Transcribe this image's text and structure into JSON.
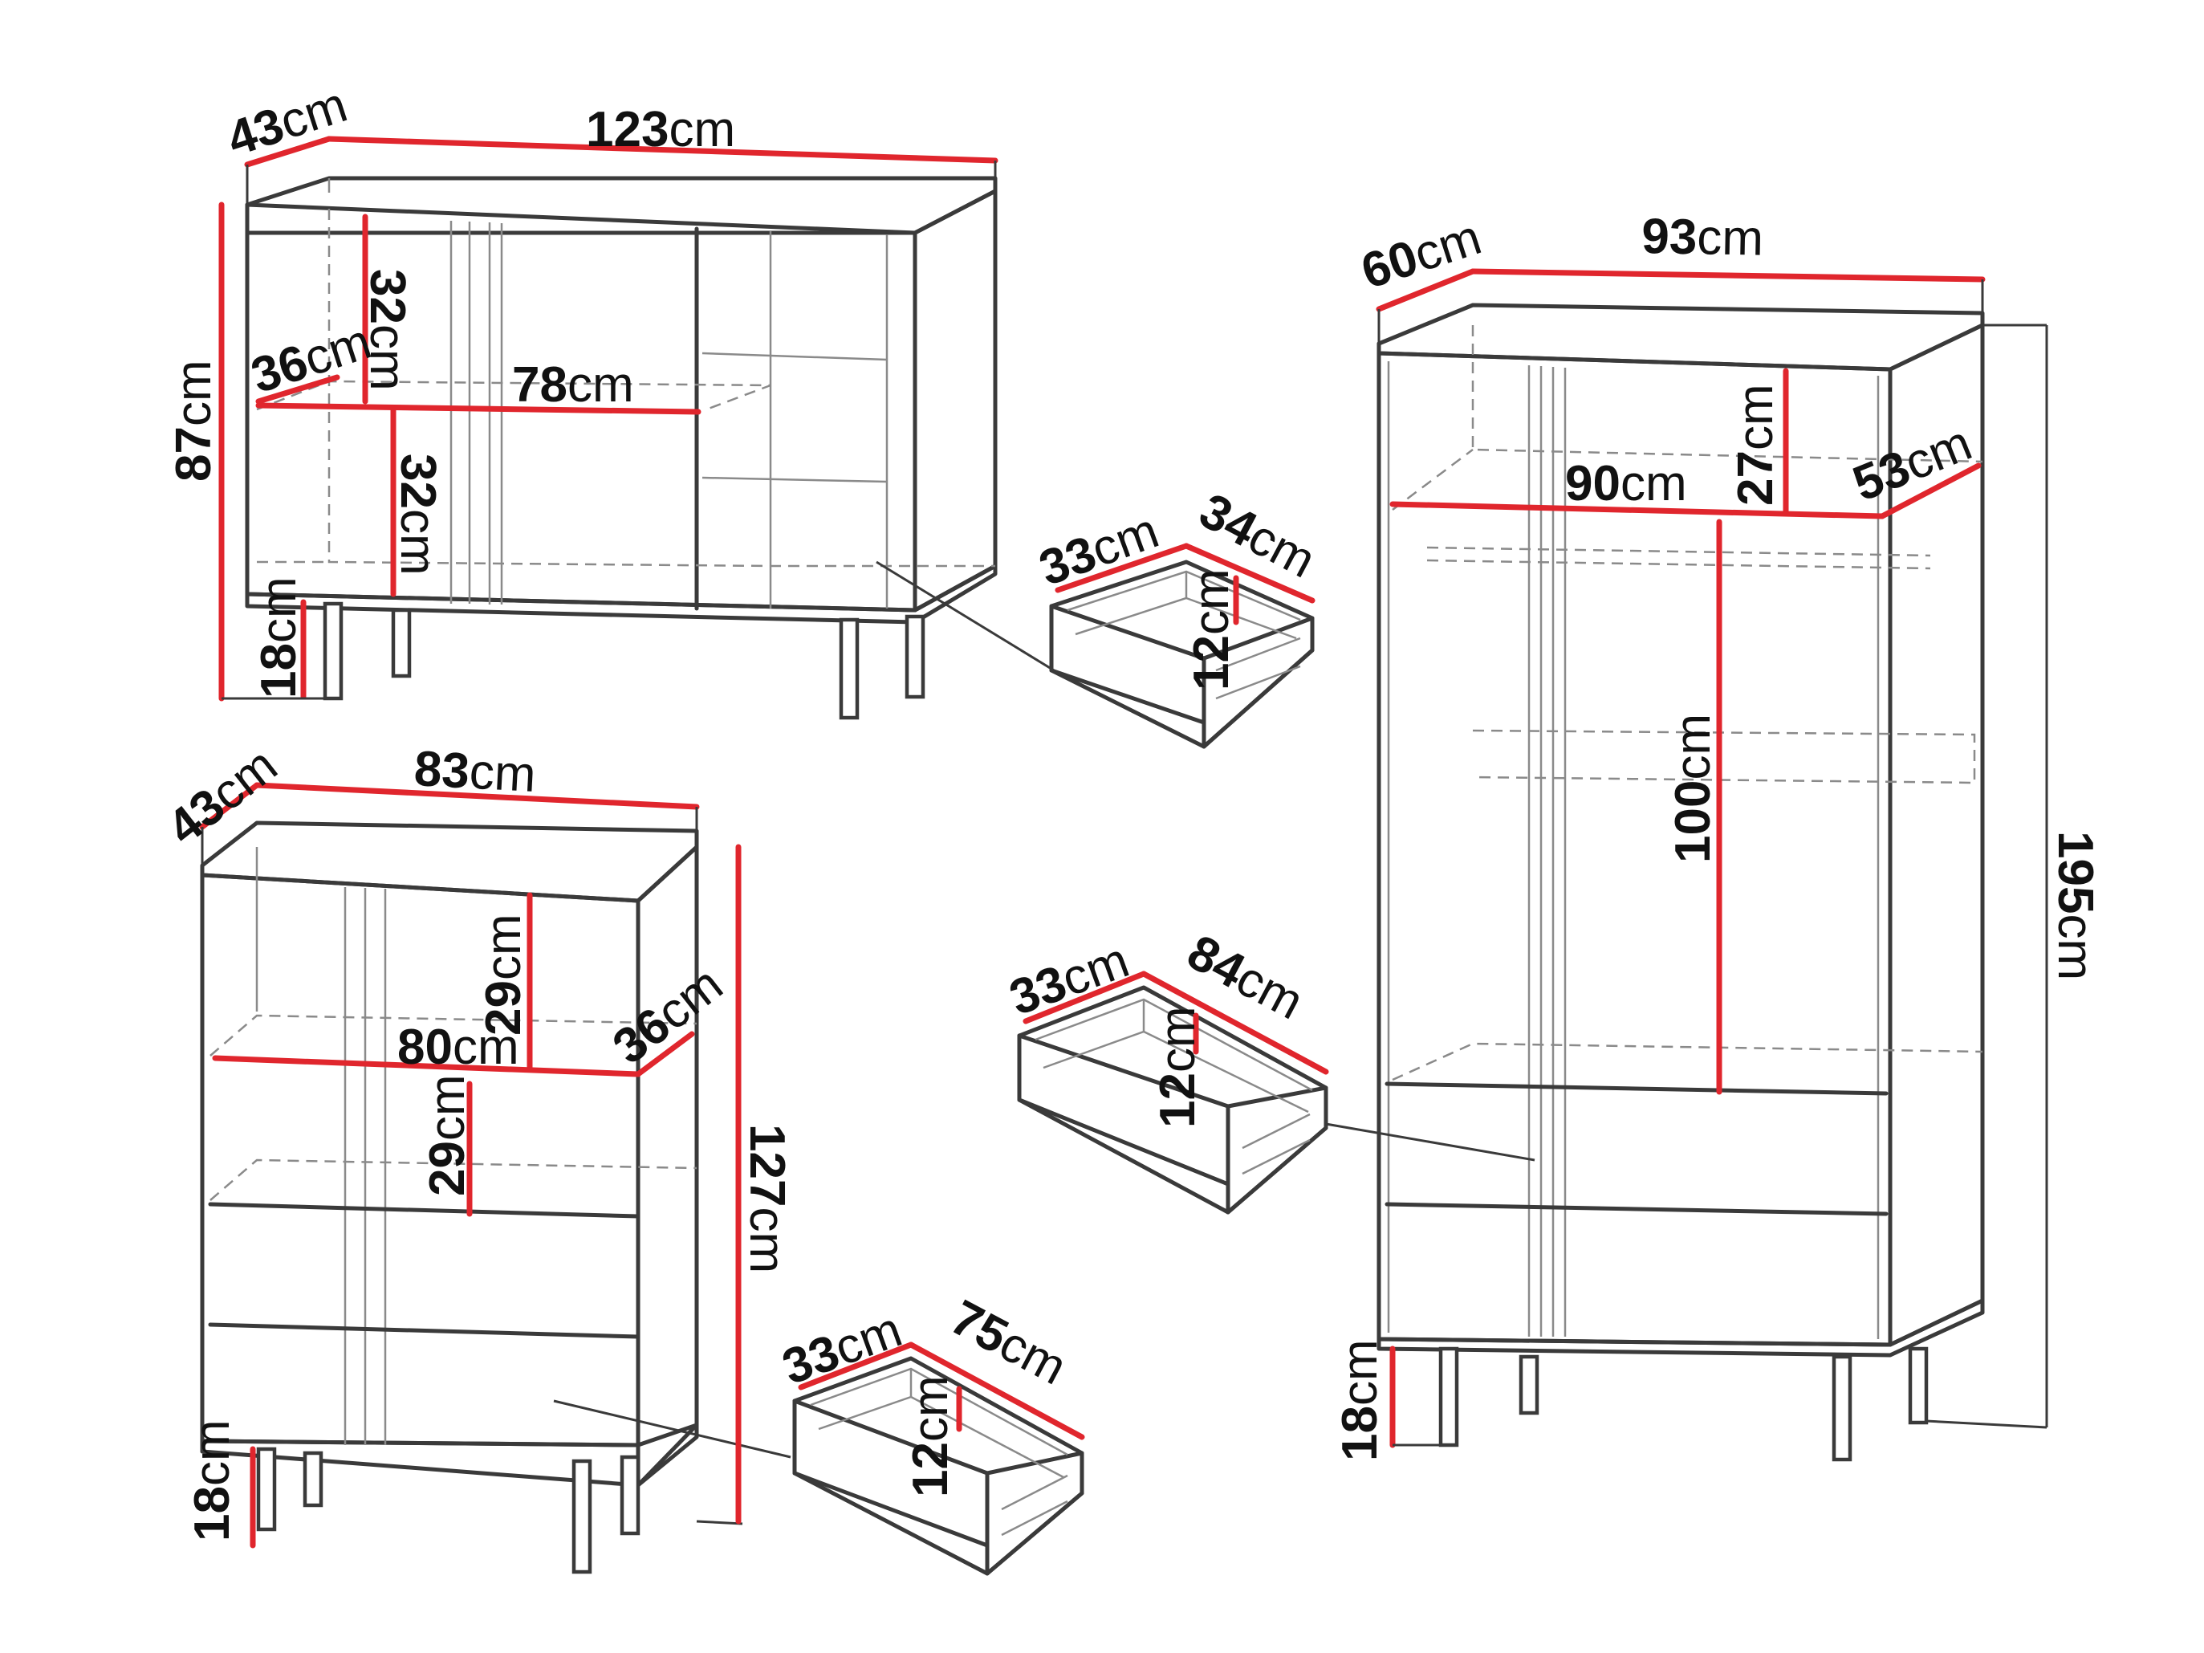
{
  "colors": {
    "outline": "#3a3a3a",
    "dimension": "#e0262d",
    "hidden": "#8a8a8a"
  },
  "unit": "cm",
  "sideboard": {
    "depth": "43",
    "width": "123",
    "height": "87",
    "shelf_height_top": "32",
    "shelf_height_bottom": "32",
    "shelf_depth": "36",
    "shelf_width": "78",
    "leg_height": "18"
  },
  "sideboard_drawer": {
    "depth": "33",
    "width": "34",
    "height": "12"
  },
  "highboard": {
    "depth": "43",
    "width": "83",
    "height": "127",
    "shelf_height_top": "29",
    "shelf_height_bottom": "29",
    "shelf_width": "80",
    "shelf_depth": "36",
    "leg_height": "18"
  },
  "highboard_drawer": {
    "depth": "33",
    "width": "75",
    "height": "12"
  },
  "wardrobe": {
    "depth": "60",
    "width": "93",
    "height": "195",
    "top_compartment_height": "27",
    "inner_width": "90",
    "inner_depth": "53",
    "hanging_height": "100",
    "leg_height": "18"
  },
  "wardrobe_drawer": {
    "depth": "33",
    "width": "84",
    "height": "12"
  }
}
